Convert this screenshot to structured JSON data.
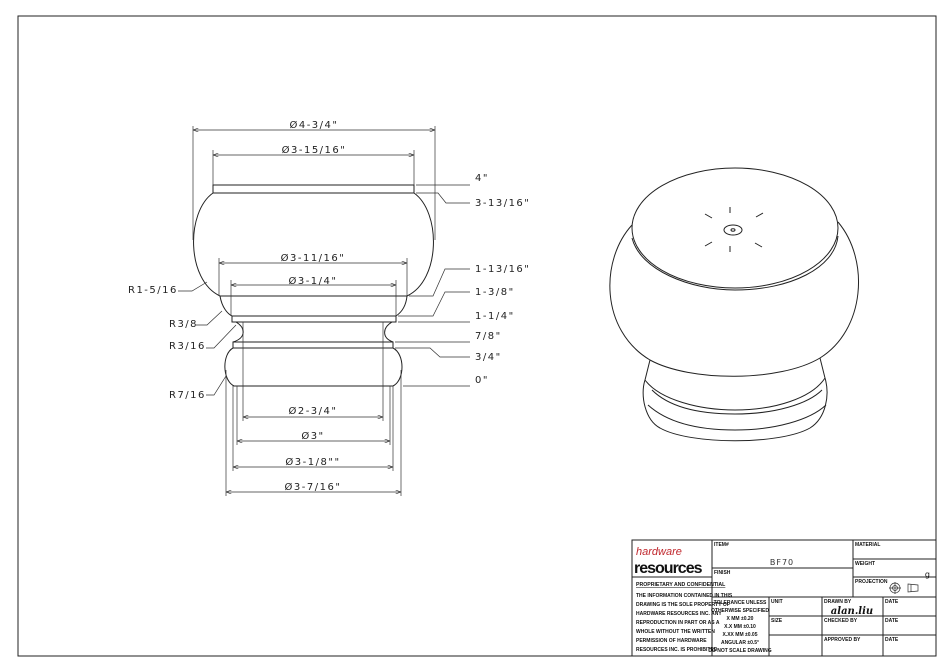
{
  "front_view": {
    "diameters": [
      "Ø4-3/4\"",
      "Ø3-15/16\"",
      "Ø3-11/16\"",
      "Ø3-1/4\"",
      "Ø2-3/4\"",
      "Ø3\"",
      "Ø3-1/8\"\"",
      "Ø3-7/16\""
    ],
    "heights": [
      "4\"",
      "3-13/16\"",
      "1-13/16\"",
      "1-3/8\"",
      "1-1/4\"",
      "7/8\"",
      "3/4\"",
      "0\""
    ],
    "radii": [
      "R1-5/16",
      "R3/8",
      "R3/16",
      "R7/16"
    ]
  },
  "title_block": {
    "logo_top": "hardware",
    "logo_bottom": "resources",
    "proprietary_heading": "PROPRIETARY AND CONFIDENTIAL",
    "proprietary_lines": [
      "THE INFORMATION CONTAINED IN THIS",
      "DRAWING IS THE SOLE PROPERTY OF",
      "HARDWARE RESOURCES INC.  ANY",
      "REPRODUCTION IN PART OR AS A",
      "WHOLE  WITHOUT THE WRITTEN",
      "PERMISSION OF HARDWARE",
      "RESOURCES INC. IS PROHIBITED"
    ],
    "item_label": "ITEM#",
    "item_value": "BF70",
    "finish_label": "FINISH",
    "material_label": "MATERIAL",
    "weight_label": "WEIGHT",
    "weight_value": "g",
    "projection_label": "PROJECTION",
    "tolerance_lines": [
      "TOLERANCE UNLESS",
      "OTHERWISE SPECIFIED",
      "X   MM   ±0.20",
      "X.X  MM   ±0.10",
      "X.XX  MM   ±0.05",
      "ANGULAR     ±0.5°",
      "DO NOT SCALE DRAWING"
    ],
    "unit_label": "UNIT",
    "size_label": "SIZE",
    "drawn_by_label": "DRAWN BY",
    "drawn_by_value": "alan.liu",
    "checked_by_label": "CHECKED BY",
    "approved_by_label": "APPROVED BY",
    "date_label": "DATE",
    "brand_color": "#c0272d"
  }
}
